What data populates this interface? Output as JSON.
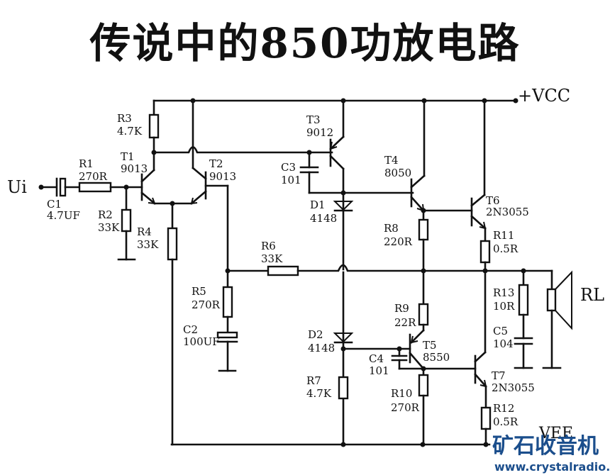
{
  "title": "传说中的850功放电路",
  "rails": {
    "vcc": "+VCC",
    "vee": "VEE"
  },
  "input": {
    "label": "Ui"
  },
  "load": {
    "label": "RL"
  },
  "components": {
    "C1": {
      "ref": "C1",
      "value": "4.7UF"
    },
    "R1": {
      "ref": "R1",
      "value": "270R"
    },
    "R2": {
      "ref": "R2",
      "value": "33K"
    },
    "R3": {
      "ref": "R3",
      "value": "4.7K"
    },
    "R4": {
      "ref": "R4",
      "value": "33K"
    },
    "T1": {
      "ref": "T1",
      "value": "9013"
    },
    "T2": {
      "ref": "T2",
      "value": "9013"
    },
    "T3": {
      "ref": "T3",
      "value": "9012"
    },
    "C3": {
      "ref": "C3",
      "value": "101"
    },
    "D1": {
      "ref": "D1",
      "value": "4148"
    },
    "D2": {
      "ref": "D2",
      "value": "4148"
    },
    "R5": {
      "ref": "R5",
      "value": "270R"
    },
    "C2": {
      "ref": "C2",
      "value": "100UF"
    },
    "R6": {
      "ref": "R6",
      "value": "33K"
    },
    "R7": {
      "ref": "R7",
      "value": "4.7K"
    },
    "T4": {
      "ref": "T4",
      "value": "8050"
    },
    "R8": {
      "ref": "R8",
      "value": "220R"
    },
    "R9": {
      "ref": "R9",
      "value": "22R"
    },
    "T5": {
      "ref": "T5",
      "value": "8550"
    },
    "C4": {
      "ref": "C4",
      "value": "101"
    },
    "R10": {
      "ref": "R10",
      "value": "270R"
    },
    "T6": {
      "ref": "T6",
      "value": "2N3055"
    },
    "R11": {
      "ref": "R11",
      "value": "0.5R"
    },
    "T7": {
      "ref": "T7",
      "value": "2N3055"
    },
    "R12": {
      "ref": "R12",
      "value": "0.5R"
    },
    "R13": {
      "ref": "R13",
      "value": "10R"
    },
    "C5": {
      "ref": "C5",
      "value": "104"
    }
  },
  "watermark": {
    "name": "矿石收音机",
    "url": "www.crystalradio.cn"
  }
}
